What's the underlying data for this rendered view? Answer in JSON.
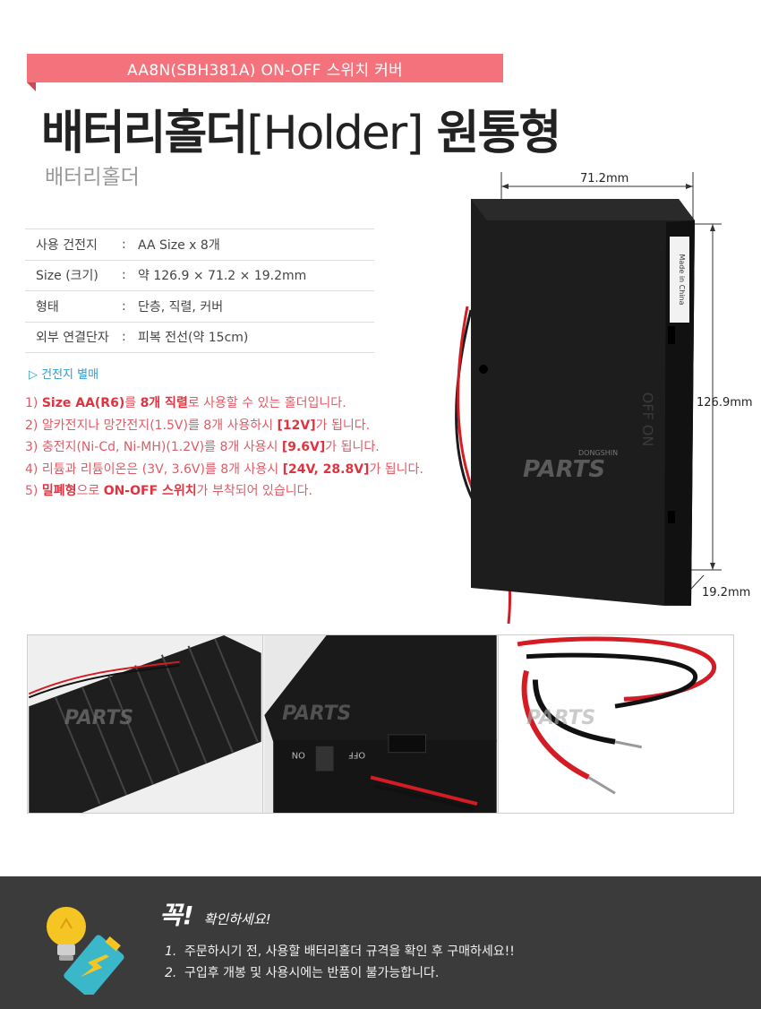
{
  "header": {
    "ribbon": "AA8N(SBH381A) ON-OFF 스위치 커버",
    "title_bold_1": "배터리홀더",
    "title_thin": "[Holder]",
    "title_bold_2": " 원통형",
    "subtitle": "배터리홀더"
  },
  "spec": [
    {
      "key": "사용 건전지",
      "colon": ":",
      "value": "AA Size x 8개"
    },
    {
      "key": "Size (크기)",
      "colon": ":",
      "value": "약 126.9 × 71.2 × 19.2mm"
    },
    {
      "key": "형태",
      "colon": ":",
      "value": "단층, 직렬, 커버"
    },
    {
      "key": "외부 연결단자",
      "colon": ":",
      "value": "피복 전선(약 15cm)"
    }
  ],
  "sold_separately": "▷ 건전지 별매",
  "notes": {
    "n1": {
      "a": "1) ",
      "b1": "Size AA(R6)",
      "c": "를 ",
      "b2": "8개 직렬",
      "d": "로 사용할 수 있는 홀더입니다."
    },
    "n2": {
      "a": "2) 알카전지나 망간전지(1.5V)를 8개 사용하시 ",
      "b1": "[12V]",
      "c": "가 됩니다."
    },
    "n3": {
      "a": "3) 충전지(Ni-Cd, Ni-MH)(1.2V)를 8개 사용시 ",
      "b1": "[9.6V]",
      "c": "가 됩니다."
    },
    "n4": {
      "a": "4) 리튬과 리튬이온은 (3V, 3.6V)를 8개 사용시 ",
      "b1": "[24V, 28.8V]",
      "c": "가 됩니다."
    },
    "n5": {
      "a": "5) ",
      "b1": "밀폐형",
      "c": "으로 ",
      "b2": "ON-OFF 스위치",
      "d": "가 부착되어 있습니다."
    }
  },
  "dimensions": {
    "width": "71.2mm",
    "height": "126.9mm",
    "depth": "19.2mm"
  },
  "product_marks": {
    "side_label": "Made in China",
    "switch_text": "OFF  ON",
    "watermark_small": "DONGSHIN",
    "watermark_big": "PARTS"
  },
  "thumb_marks": {
    "switch_on": "ON",
    "switch_off": "OFF"
  },
  "footer": {
    "title_big": "꼭!",
    "title_small": "확인하세요!",
    "items": [
      {
        "num": "1.",
        "text": "주문하시기 전, 사용할 배터리홀더 규격을 확인 후 구매하세요!!"
      },
      {
        "num": "2.",
        "text": "구입후 개봉 및 사용시에는 반품이 불가능합니다."
      }
    ]
  },
  "colors": {
    "accent": "#f3727c",
    "note_red": "#e03340",
    "link_blue": "#2a9fd6",
    "footer_bg": "#3b3b3b"
  }
}
